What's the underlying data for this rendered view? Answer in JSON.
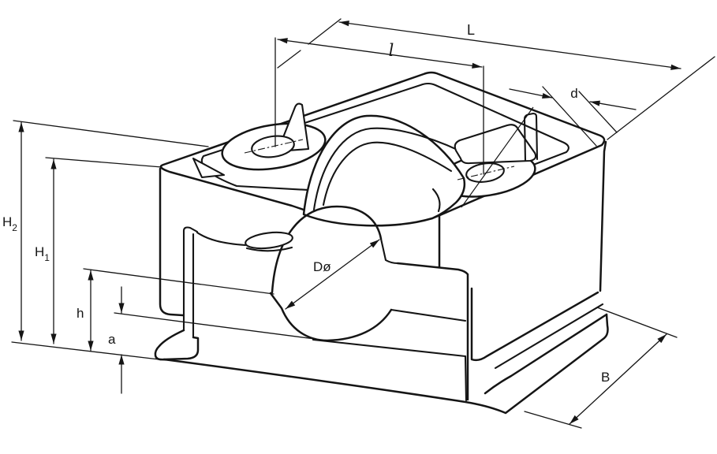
{
  "drawing": {
    "background": "#ffffff",
    "line_color": "#151515",
    "description": "isometric line drawing of a two-piece cable clamp with saddle, two mounting holes and rectangular base",
    "labels": {
      "overall_length": "L",
      "hole_spacing": "l",
      "hole_diameter": "d",
      "overall_height_main": "H",
      "overall_height_sub": "2",
      "body_height_main": "H",
      "body_height_sub": "1",
      "lower_part_height": "h",
      "base_height": "a",
      "bore_diameter": "Dø",
      "width": "B"
    }
  }
}
